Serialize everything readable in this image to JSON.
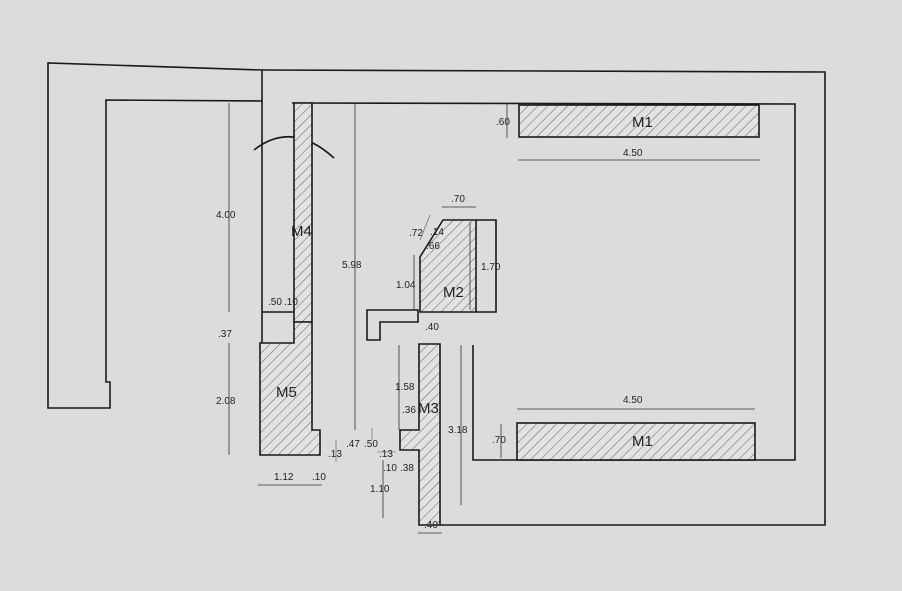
{
  "blocks": {
    "m1_top": "M1",
    "m1_bottom": "M1",
    "m2": "M2",
    "m3": "M3",
    "m4": "M4",
    "m5": "M5"
  },
  "dimensions": {
    "d_060": ".60",
    "d_450_top": "4.50",
    "d_070_m2": ".70",
    "d_072": ".72",
    "d_014": ".14",
    "d_066": ".66",
    "d_170": "1.70",
    "d_104": "1.04",
    "d_400": "4.00",
    "d_598": "5.98",
    "d_050": ".50",
    "d_010_a": ".10",
    "d_037": ".37",
    "d_040_top": ".40",
    "d_158": "1.58",
    "d_208": "2.08",
    "d_036": ".36",
    "d_450_bottom": "4.50",
    "d_318": "3.18",
    "d_070_m1": ".70",
    "d_013_a": ".13",
    "d_047": ".47",
    "d_050_b": ".50",
    "d_013_b": ".13",
    "d_010_b": ".10",
    "d_038": ".38",
    "d_112": "1.12",
    "d_010_c": ".10",
    "d_110": "1.10",
    "d_040_bottom": ".40"
  }
}
